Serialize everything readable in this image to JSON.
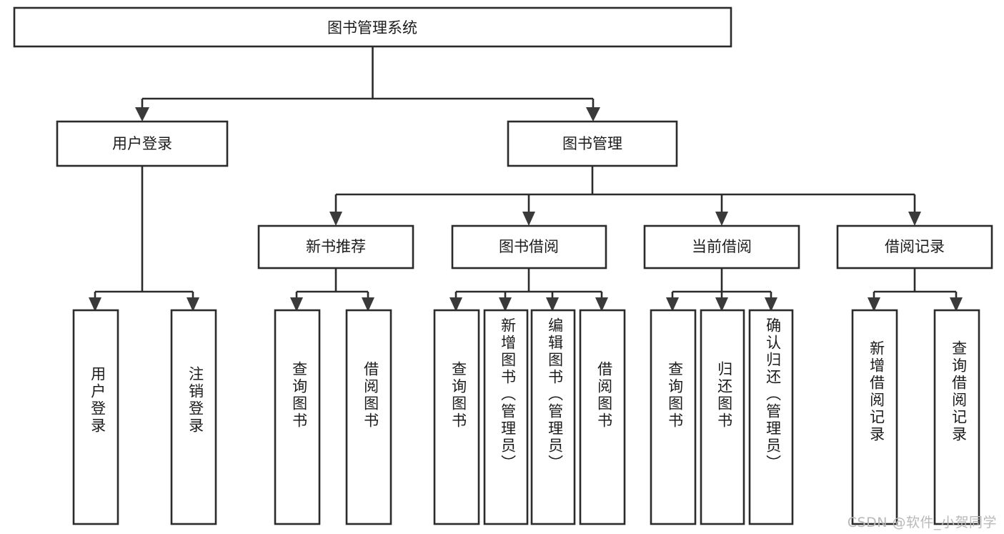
{
  "page": {
    "title": "图书管理系统 功能结构图",
    "background_color": "#ffffff",
    "line_color": "#2b2b2b",
    "text_color": "#1c1c1c",
    "watermark": "CSDN @软件_小贺同学",
    "watermark_color": "#b9b9b9"
  },
  "chart_data": {
    "type": "diagram",
    "subtype": "tree / functional-decomposition",
    "title": "图书管理系统",
    "orientation": "top-down",
    "edge_style": "orthogonal-elbow-with-arrowhead",
    "levels": 4,
    "nodes": [
      {
        "id": "root",
        "label": "图书管理系统",
        "level": 0,
        "text_orientation": "horizontal",
        "parent": null
      },
      {
        "id": "login",
        "label": "用户登录",
        "level": 1,
        "text_orientation": "horizontal",
        "parent": "root"
      },
      {
        "id": "bookmgmt",
        "label": "图书管理",
        "level": 1,
        "text_orientation": "horizontal",
        "parent": "root"
      },
      {
        "id": "newbook",
        "label": "新书推荐",
        "level": 2,
        "text_orientation": "horizontal",
        "parent": "bookmgmt"
      },
      {
        "id": "borrow",
        "label": "图书借阅",
        "level": 2,
        "text_orientation": "horizontal",
        "parent": "bookmgmt"
      },
      {
        "id": "current",
        "label": "当前借阅",
        "level": 2,
        "text_orientation": "horizontal",
        "parent": "bookmgmt"
      },
      {
        "id": "records",
        "label": "借阅记录",
        "level": 2,
        "text_orientation": "horizontal",
        "parent": "bookmgmt"
      },
      {
        "id": "leaf-user-login",
        "label": "用户登录",
        "level": 3,
        "text_orientation": "vertical",
        "parent": "login"
      },
      {
        "id": "leaf-logout",
        "label": "注销登录",
        "level": 3,
        "text_orientation": "vertical",
        "parent": "login"
      },
      {
        "id": "leaf-query-book-1",
        "label": "查询图书",
        "level": 3,
        "text_orientation": "vertical",
        "parent": "newbook"
      },
      {
        "id": "leaf-borrow-book-1",
        "label": "借阅图书",
        "level": 3,
        "text_orientation": "vertical",
        "parent": "newbook"
      },
      {
        "id": "leaf-query-book-2",
        "label": "查询图书",
        "level": 3,
        "text_orientation": "vertical",
        "parent": "borrow"
      },
      {
        "id": "leaf-add-book",
        "label": "新增图书（管理员）",
        "level": 3,
        "text_orientation": "vertical",
        "parent": "borrow"
      },
      {
        "id": "leaf-edit-book",
        "label": "编辑图书（管理员）",
        "level": 3,
        "text_orientation": "vertical",
        "parent": "borrow"
      },
      {
        "id": "leaf-borrow-book-2",
        "label": "借阅图书",
        "level": 3,
        "text_orientation": "vertical",
        "parent": "borrow"
      },
      {
        "id": "leaf-query-book-3",
        "label": "查询图书",
        "level": 3,
        "text_orientation": "vertical",
        "parent": "current"
      },
      {
        "id": "leaf-return-book",
        "label": "归还图书",
        "level": 3,
        "text_orientation": "vertical",
        "parent": "current"
      },
      {
        "id": "leaf-confirm-return",
        "label": "确认归还（管理员）",
        "level": 3,
        "text_orientation": "vertical",
        "parent": "current"
      },
      {
        "id": "leaf-add-record",
        "label": "新增借阅记录",
        "level": 3,
        "text_orientation": "vertical",
        "parent": "records"
      },
      {
        "id": "leaf-query-record",
        "label": "查询借阅记录",
        "level": 3,
        "text_orientation": "vertical",
        "parent": "records"
      }
    ],
    "edges": [
      {
        "from": "root",
        "to": "login"
      },
      {
        "from": "root",
        "to": "bookmgmt"
      },
      {
        "from": "bookmgmt",
        "to": "newbook"
      },
      {
        "from": "bookmgmt",
        "to": "borrow"
      },
      {
        "from": "bookmgmt",
        "to": "current"
      },
      {
        "from": "bookmgmt",
        "to": "records"
      },
      {
        "from": "login",
        "to": "leaf-user-login"
      },
      {
        "from": "login",
        "to": "leaf-logout"
      },
      {
        "from": "newbook",
        "to": "leaf-query-book-1"
      },
      {
        "from": "newbook",
        "to": "leaf-borrow-book-1"
      },
      {
        "from": "borrow",
        "to": "leaf-query-book-2"
      },
      {
        "from": "borrow",
        "to": "leaf-add-book"
      },
      {
        "from": "borrow",
        "to": "leaf-edit-book"
      },
      {
        "from": "borrow",
        "to": "leaf-borrow-book-2"
      },
      {
        "from": "current",
        "to": "leaf-query-book-3"
      },
      {
        "from": "current",
        "to": "leaf-return-book"
      },
      {
        "from": "current",
        "to": "leaf-confirm-return"
      },
      {
        "from": "records",
        "to": "leaf-add-record"
      },
      {
        "from": "records",
        "to": "leaf-query-record"
      }
    ]
  },
  "labels": {
    "root": "图书管理系统",
    "login": "用户登录",
    "bookmgmt": "图书管理",
    "newbook": "新书推荐",
    "borrow": "图书借阅",
    "current": "当前借阅",
    "records": "借阅记录",
    "leaf_user_login": "用户登录",
    "leaf_logout": "注销登录",
    "leaf_query_book_1": "查询图书",
    "leaf_borrow_book_1": "借阅图书",
    "leaf_query_book_2": "查询图书",
    "leaf_add_book": "新增图书（管理员）",
    "leaf_edit_book": "编辑图书（管理员）",
    "leaf_borrow_book_2": "借阅图书",
    "leaf_query_book_3": "查询图书",
    "leaf_return_book": "归还图书",
    "leaf_confirm_return": "确认归还（管理员）",
    "leaf_add_record": "新增借阅记录",
    "leaf_query_record": "查询借阅记录"
  }
}
